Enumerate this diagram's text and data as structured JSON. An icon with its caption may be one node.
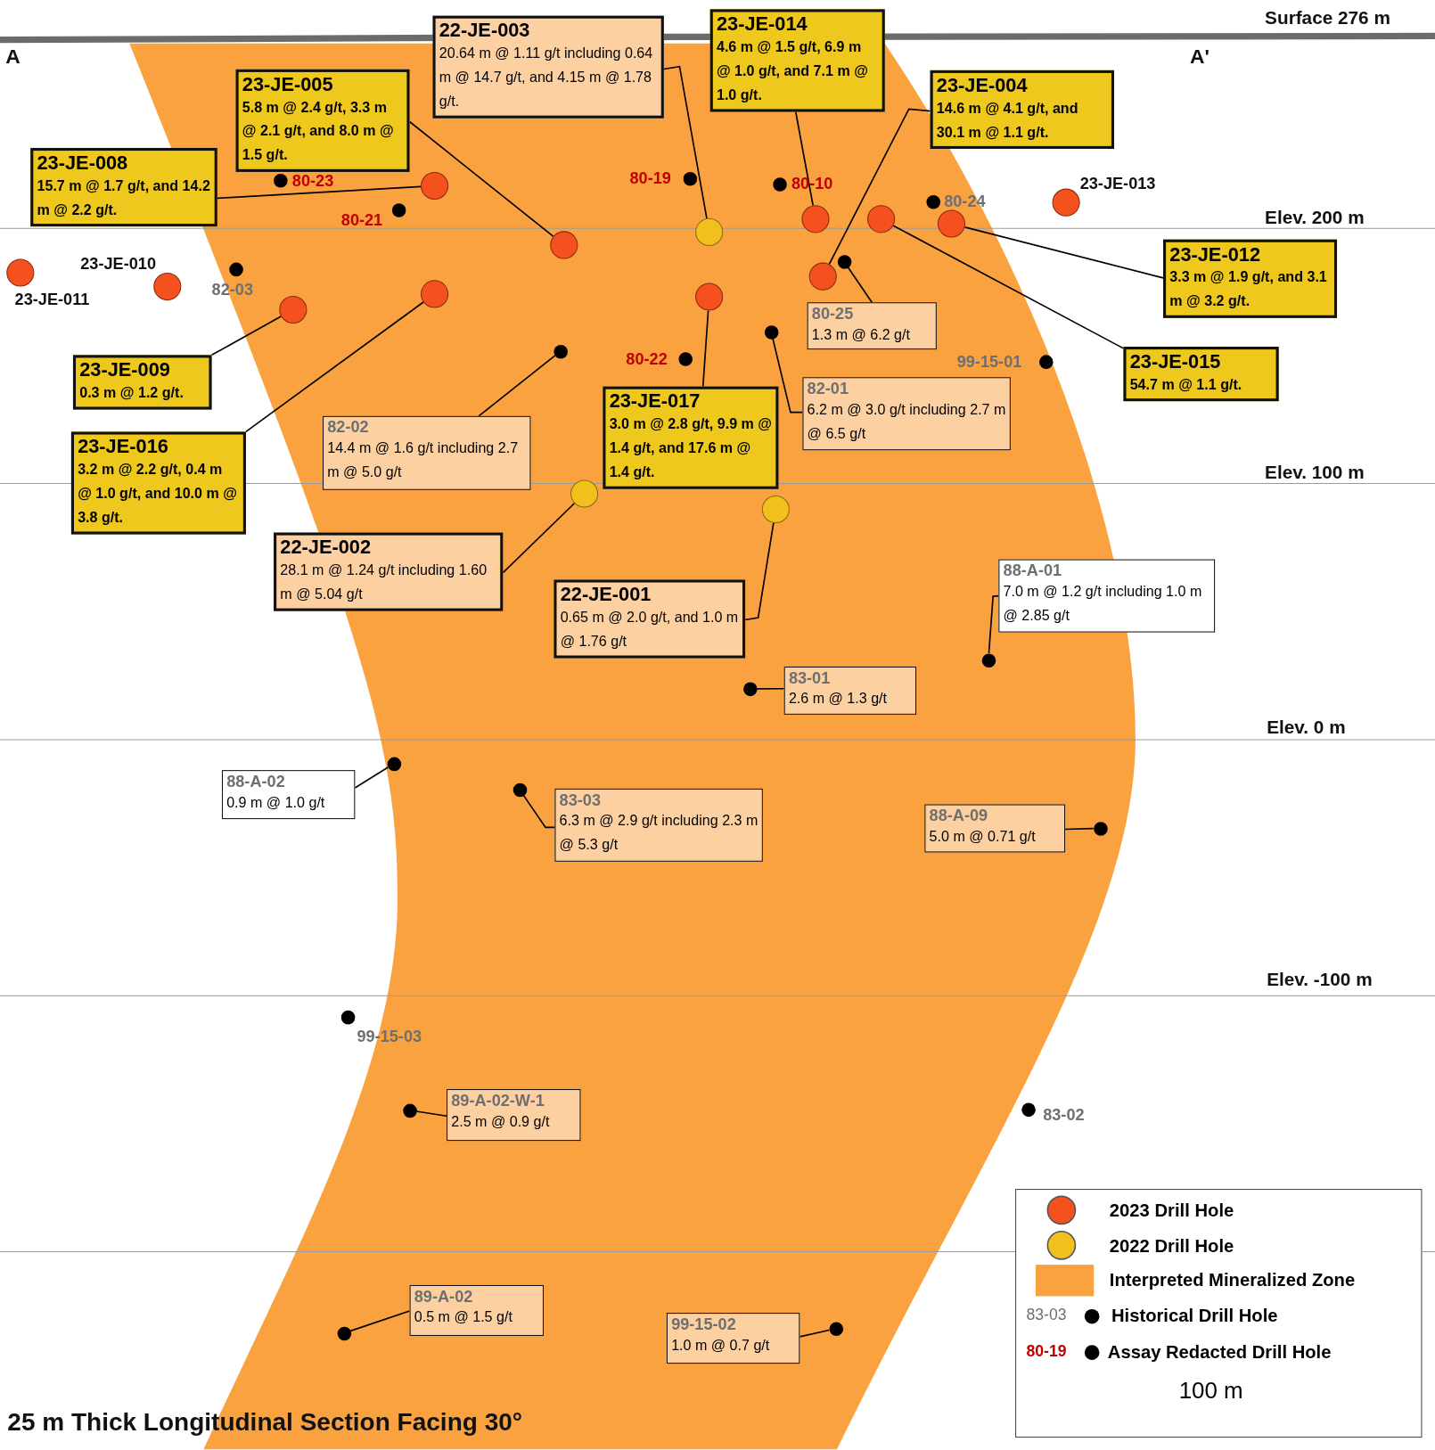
{
  "diagram": {
    "caption": "25 m Thick Longitudinal Section Facing 30°",
    "nodes": [
      {
        "text": [
          "22-JE-003",
          "20.64 m @ 1.11 g/t including 0.64 m @ 14.7 g/t, and 4.15 m @ 1.78 g/t."
        ]
      },
      {
        "text": [
          "23-JE-014",
          "4.6 m @ 1.5 g/t, 6.9 m @ 1.0 g/t, and 7.1 m @ 1.0 g/t."
        ]
      },
      {
        "text": [
          "23-JE-005",
          "5.8 m @ 2.4 g/t, 3.3 m @ 2.1 g/t, and 8.0 m @ 1.5 g/t."
        ]
      },
      {
        "text": [
          "23-JE-004",
          "14.6 m @ 4.1 g/t, and 30.1 m @ 1.1 g/t."
        ]
      },
      {
        "text": [
          "23-JE-008",
          "15.7 m @ 1.7 g/t, and 14.2 m @ 2.2 g/t."
        ]
      },
      {
        "text": [
          "23-JE-012",
          "3.3 m @ 1.9 g/t, and 3.1 m @ 3.2 g/t."
        ]
      },
      {
        "text": [
          "80-25",
          "1.3 m @ 6.2 g/t"
        ]
      },
      {
        "text": [
          "23-JE-009",
          "0.3 m @ 1.2 g/t."
        ]
      },
      {
        "text": [
          "23-JE-015",
          "54.7 m @ 1.1 g/t."
        ]
      },
      {
        "text": [
          "23-JE-017",
          "3.0 m @ 2.8 g/t, 9.9 m @ 1.4 g/t, and 17.6 m @ 1.4 g/t."
        ]
      },
      {
        "text": [
          "82-01",
          "6.2 m @ 3.0 g/t including 2.7 m @ 6.5 g/t"
        ]
      },
      {
        "text": [
          "82-02",
          "14.4 m @ 1.6 g/t including 2.7 m @ 5.0 g/t"
        ]
      },
      {
        "text": [
          "23-JE-016",
          "3.2 m @ 2.2 g/t, 0.4 m @ 1.0 g/t, and 10.0 m @ 3.8 g/t."
        ]
      },
      {
        "text": [
          "22-JE-002",
          "28.1 m @ 1.24 g/t including 1.60 m @ 5.04 g/t"
        ]
      },
      {
        "text": [
          "22-JE-001",
          "0.65 m @ 2.0 g/t, and 1.0 m @ 1.76 g/t"
        ]
      },
      {
        "text": [
          "88-A-01",
          "7.0 m @ 1.2 g/t including 1.0 m @ 2.85 g/t"
        ]
      },
      {
        "text": [
          "83-01",
          "2.6 m @ 1.3 g/t"
        ]
      },
      {
        "text": [
          "88-A-02",
          "0.9 m @ 1.0 g/t"
        ]
      },
      {
        "text": [
          "83-03",
          "6.3 m @ 2.9 g/t including 2.3 m @ 5.3 g/t"
        ]
      },
      {
        "text": [
          "88-A-09",
          "5.0 m @ 0.71 g/t"
        ]
      },
      {
        "text": [
          "89-A-02-W-1",
          "2.5 m @ 0.9 g/t"
        ]
      },
      {
        "text": [
          "89-A-02",
          "0.5 m @ 1.5 g/t"
        ]
      },
      {
        "text": [
          "99-15-02",
          "1.0 m @ 0.7 g/t"
        ]
      },
      {
        "text": [],
        "shape": "circle",
        "beside": [
          "80-19"
        ]
      },
      {
        "text": [],
        "shape": "circle",
        "beside": [
          "80-23"
        ]
      },
      {
        "text": [],
        "shape": "circle",
        "beside": [
          "80-10"
        ]
      },
      {
        "text": [],
        "shape": "circle"
      },
      {
        "text": [],
        "shape": "circle",
        "beside": [
          "80-24"
        ]
      },
      {
        "text": [],
        "shape": "circle",
        "beside": [
          "23-JE-013"
        ]
      },
      {
        "text": [],
        "shape": "circle",
        "beside": [
          "80-21"
        ]
      },
      {
        "text": [],
        "shape": "circle"
      },
      {
        "text": [],
        "shape": "circle"
      },
      {
        "text": [],
        "shape": "circle"
      },
      {
        "text": [],
        "shape": "circle"
      },
      {
        "text": [],
        "shape": "circle"
      },
      {
        "text": [],
        "shape": "circle"
      },
      {
        "text": [],
        "shape": "circle",
        "beside": [
          "82-03"
        ]
      },
      {
        "text": [],
        "shape": "circle",
        "beside": [
          "23-JE-011"
        ]
      },
      {
        "text": [],
        "shape": "circle"
      },
      {
        "text": [],
        "shape": "circle",
        "beside": [
          "23-JE-010"
        ]
      },
      {
        "text": [],
        "shape": "circle"
      },
      {
        "text": [],
        "shape": "circle"
      },
      {
        "text": [],
        "shape": "circle"
      },
      {
        "text": [],
        "shape": "circle"
      },
      {
        "text": [],
        "shape": "circle"
      },
      {
        "text": [],
        "shape": "circle",
        "beside": [
          "80-22"
        ]
      },
      {
        "text": [],
        "shape": "circle",
        "beside": [
          "99-15-01"
        ]
      },
      {
        "text": [],
        "shape": "circle"
      },
      {
        "text": [],
        "shape": "circle"
      },
      {
        "text": [],
        "shape": "circle"
      },
      {
        "text": [],
        "shape": "circle"
      },
      {
        "text": [],
        "shape": "circle"
      },
      {
        "text": [],
        "shape": "circle"
      },
      {
        "text": [],
        "shape": "circle"
      },
      {
        "text": [],
        "shape": "circle",
        "beside": [
          "99-15-03"
        ]
      },
      {
        "text": [],
        "shape": "circle"
      },
      {
        "text": [],
        "shape": "circle",
        "beside": [
          "83-02"
        ]
      },
      {
        "text": [],
        "shape": "circle"
      },
      {
        "text": [],
        "shape": "circle"
      }
    ],
    "edges": [
      {
        "from": 0,
        "to": 33,
        "arrow": "none"
      },
      {
        "from": 1,
        "to": 30,
        "arrow": "none"
      },
      {
        "from": 2,
        "to": 34,
        "arrow": "none"
      },
      {
        "from": 3,
        "to": 38,
        "arrow": "none"
      },
      {
        "from": 4,
        "to": 26,
        "arrow": "none"
      },
      {
        "from": 5,
        "to": 32,
        "arrow": "none"
      },
      {
        "from": 6,
        "to": 35,
        "arrow": "none"
      },
      {
        "from": 7,
        "to": 42,
        "arrow": "none"
      },
      {
        "from": 8,
        "to": 31,
        "arrow": "none"
      },
      {
        "from": 9,
        "to": 41,
        "arrow": "none"
      },
      {
        "from": 10,
        "to": 43,
        "arrow": "none"
      },
      {
        "from": 11,
        "to": 44,
        "arrow": "none"
      },
      {
        "from": 12,
        "to": 40,
        "arrow": "none"
      },
      {
        "from": 13,
        "to": 47,
        "arrow": "none"
      },
      {
        "from": 14,
        "to": 48,
        "arrow": "none"
      },
      {
        "from": 15,
        "to": 49,
        "arrow": "none"
      },
      {
        "from": 16,
        "to": 50,
        "arrow": "none"
      },
      {
        "from": 17,
        "to": 51,
        "arrow": "none"
      },
      {
        "from": 18,
        "to": 52,
        "arrow": "none"
      },
      {
        "from": 19,
        "to": 53,
        "arrow": "none"
      },
      {
        "from": 20,
        "to": 55,
        "arrow": "none"
      },
      {
        "from": 21,
        "to": 57,
        "arrow": "none"
      },
      {
        "from": 22,
        "to": 58,
        "arrow": "none"
      }
    ],
    "labels": [
      "Surface 276 m",
      "A",
      "A'",
      "Elev. 200 m",
      "Elev. 100 m",
      "Elev. 0 m",
      "Elev. -100 m",
      "83-03",
      "80-19",
      "100 m"
    ],
    "legend": [
      {
        "text": "2023 Drill Hole",
        "color": "#f4511e"
      },
      {
        "text": "2022 Drill Hole",
        "color": "#f2c01c"
      },
      {
        "text": "Interpreted Mineralized Zone",
        "color": "#faa23f"
      },
      {
        "text": "Historical Drill Hole"
      },
      {
        "text": "Assay Redacted Drill Hole"
      }
    ]
  }
}
